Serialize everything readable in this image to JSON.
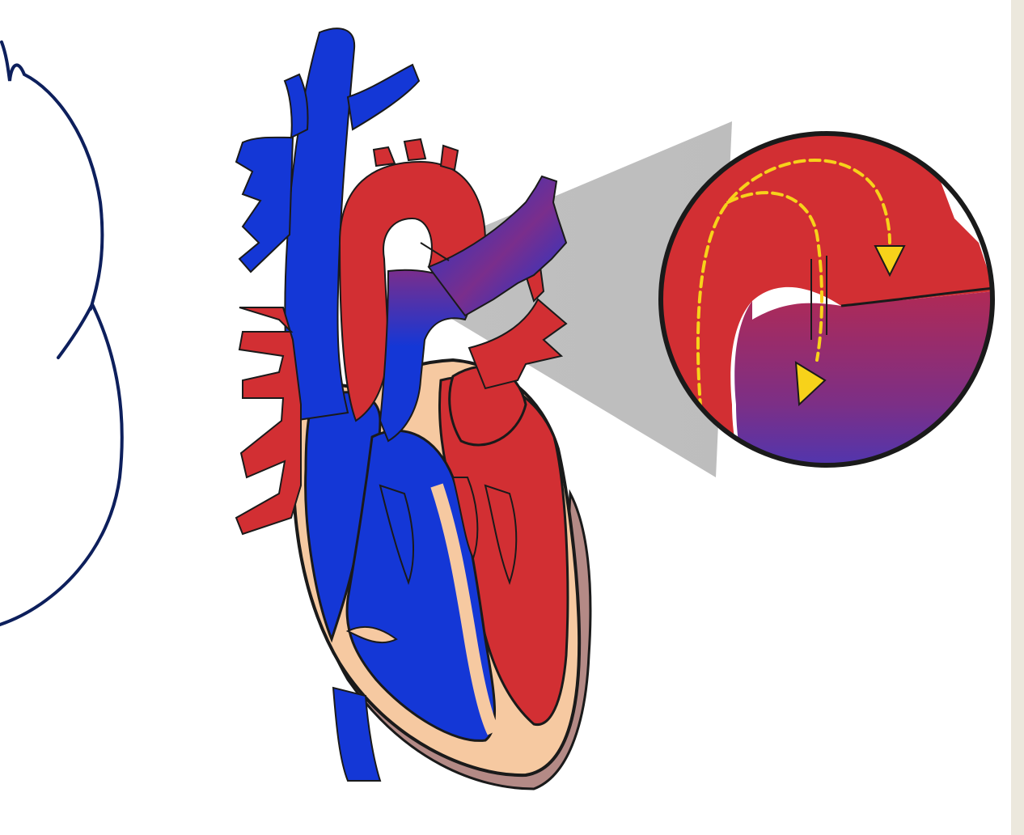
{
  "slide": {
    "background": "#ffffff",
    "margin_color": "#ece8dd"
  },
  "diagram": {
    "subject": "heart-cross-section-with-ductus-arteriosus-magnified",
    "colors": {
      "oxygenated": "#d22f33",
      "deoxygenated": "#1437d6",
      "mixed": "#7a2e8c",
      "myocardium": "#f6c9a1",
      "pericardium": "#b48a86",
      "outline": "#1a1a1a",
      "magnifier_cone": "#b9b9b9",
      "flow_arrows": "#f7d21a",
      "annotation_ink": "#0d1f5c"
    },
    "icons": [
      "heart-diagram",
      "magnifier-circle",
      "flow-arrow",
      "hand-drawn-curves"
    ]
  }
}
